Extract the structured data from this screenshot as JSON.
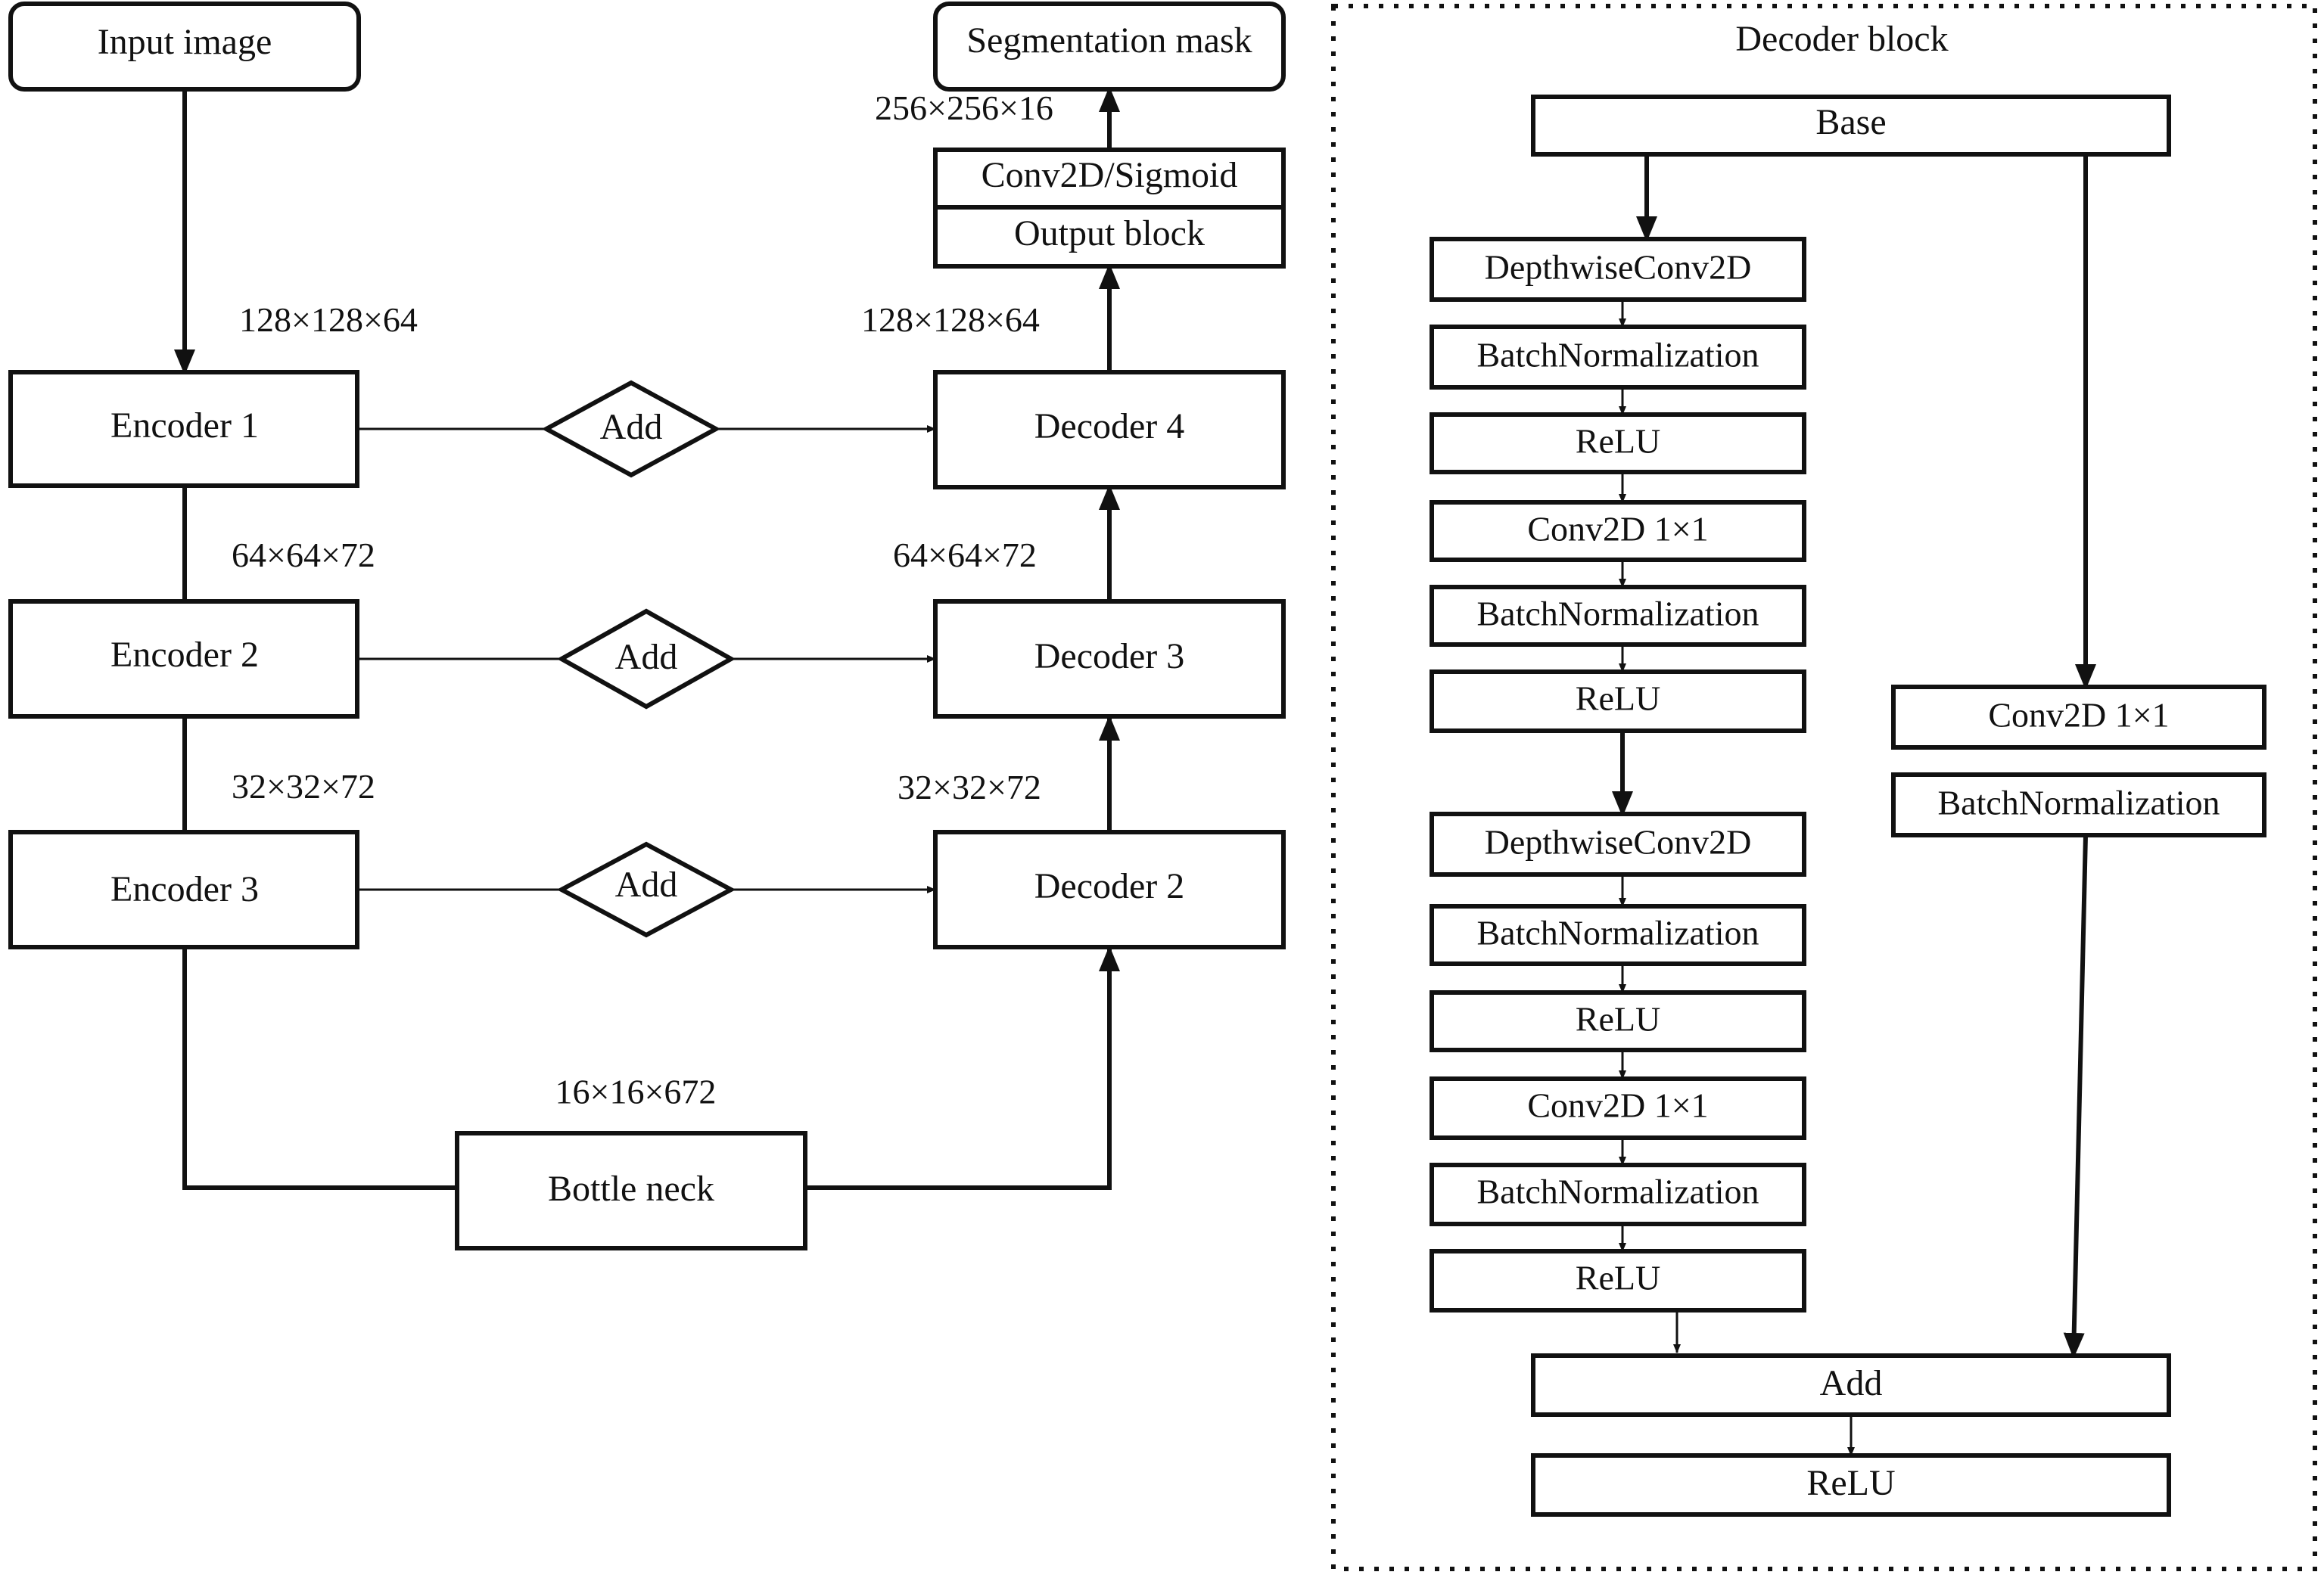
{
  "colors": {
    "stroke": "#111111",
    "background": "#ffffff"
  },
  "left": {
    "input_image": "Input image",
    "segmentation_mask": "Segmentation mask",
    "conv_sigmoid": "Conv2D/Sigmoid",
    "output_block": "Output block",
    "encoders": [
      "Encoder 1",
      "Encoder 2",
      "Encoder 3"
    ],
    "decoders": [
      "Decoder 4",
      "Decoder 3",
      "Decoder 2"
    ],
    "add_nodes": [
      "Add",
      "Add",
      "Add"
    ],
    "bottleneck": "Bottle neck",
    "shapes": {
      "enc1": "128×128×64",
      "enc2": "64×64×72",
      "enc3": "32×32×72",
      "dec4": "128×128×64",
      "dec3": "64×64×72",
      "dec2": "32×32×72",
      "bottleneck": "16×16×672",
      "output": "256×256×16"
    }
  },
  "decoder_block": {
    "title": "Decoder block",
    "base": "Base",
    "main_path": [
      "DepthwiseConv2D",
      "BatchNormalization",
      "ReLU",
      "Conv2D 1×1",
      "BatchNormalization",
      "ReLU",
      "DepthwiseConv2D",
      "BatchNormalization",
      "ReLU",
      "Conv2D 1×1",
      "BatchNormalization",
      "ReLU"
    ],
    "skip_path": [
      "Conv2D 1×1",
      "BatchNormalization"
    ],
    "add": "Add",
    "relu": "ReLU"
  }
}
